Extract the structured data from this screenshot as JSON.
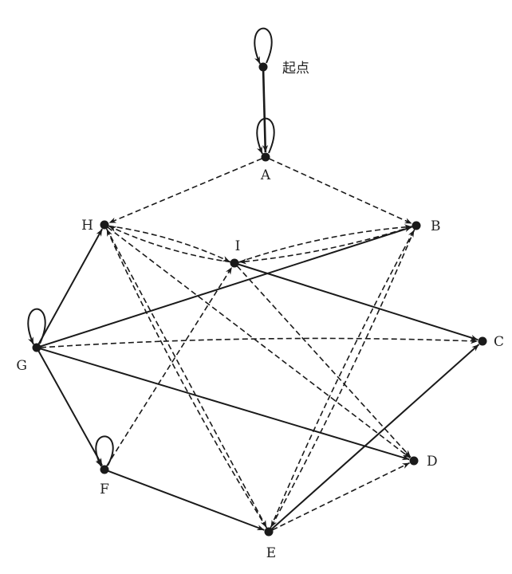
{
  "nodes": [
    {
      "id": "S",
      "label": "起点"
    },
    {
      "id": "A",
      "label": "A"
    },
    {
      "id": "H",
      "label": "H"
    },
    {
      "id": "B",
      "label": "B"
    },
    {
      "id": "I",
      "label": "I"
    },
    {
      "id": "C",
      "label": "C"
    },
    {
      "id": "G",
      "label": "G"
    },
    {
      "id": "D",
      "label": "D"
    },
    {
      "id": "F",
      "label": "F"
    },
    {
      "id": "E",
      "label": "E"
    }
  ],
  "edges": [
    {
      "from": "S",
      "to": "S",
      "style": "solid"
    },
    {
      "from": "S",
      "to": "A",
      "style": "bold"
    },
    {
      "from": "A",
      "to": "A",
      "style": "solid"
    },
    {
      "from": "A",
      "to": "H",
      "style": "dashed"
    },
    {
      "from": "A",
      "to": "B",
      "style": "dashed"
    },
    {
      "from": "H",
      "to": "I",
      "style": "dashed"
    },
    {
      "from": "I",
      "to": "H",
      "style": "dashed"
    },
    {
      "from": "I",
      "to": "B",
      "style": "dashed"
    },
    {
      "from": "B",
      "to": "I",
      "style": "dashed"
    },
    {
      "from": "I",
      "to": "C",
      "style": "solid"
    },
    {
      "from": "I",
      "to": "D",
      "style": "dashed"
    },
    {
      "from": "G",
      "to": "G",
      "style": "solid"
    },
    {
      "from": "G",
      "to": "H",
      "style": "solid"
    },
    {
      "from": "G",
      "to": "B",
      "style": "solid"
    },
    {
      "from": "G",
      "to": "C",
      "style": "dashed"
    },
    {
      "from": "G",
      "to": "D",
      "style": "solid"
    },
    {
      "from": "G",
      "to": "F",
      "style": "solid"
    },
    {
      "from": "F",
      "to": "F",
      "style": "solid"
    },
    {
      "from": "F",
      "to": "I",
      "style": "dashed"
    },
    {
      "from": "F",
      "to": "E",
      "style": "solid"
    },
    {
      "from": "H",
      "to": "E",
      "style": "dashed"
    },
    {
      "from": "E",
      "to": "H",
      "style": "dashed"
    },
    {
      "from": "H",
      "to": "D",
      "style": "dashed"
    },
    {
      "from": "B",
      "to": "E",
      "style": "dashed"
    },
    {
      "from": "E",
      "to": "B",
      "style": "dashed"
    },
    {
      "from": "E",
      "to": "C",
      "style": "solid"
    },
    {
      "from": "E",
      "to": "D",
      "style": "dashed"
    }
  ],
  "colors": {
    "ink": "#1a1a1a"
  }
}
